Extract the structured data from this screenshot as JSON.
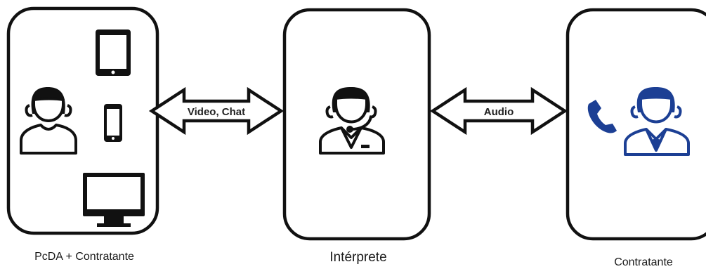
{
  "nodes": {
    "left": {
      "label": "PcDA + Contratante"
    },
    "center": {
      "label": "Intérprete"
    },
    "right": {
      "label": "Contratante"
    }
  },
  "connections": {
    "left_center": {
      "label": "Video, Chat"
    },
    "center_right": {
      "label": "Audio"
    }
  },
  "colors": {
    "stroke": "#111111",
    "accent": "#1c3f94",
    "background": "#ffffff"
  },
  "icons": {
    "left_user": "user-icon",
    "tablet": "tablet-icon",
    "smartphone": "smartphone-icon",
    "monitor": "monitor-icon",
    "interpreter": "headset-operator-icon",
    "phone": "phone-icon",
    "right_user": "businessman-icon"
  }
}
